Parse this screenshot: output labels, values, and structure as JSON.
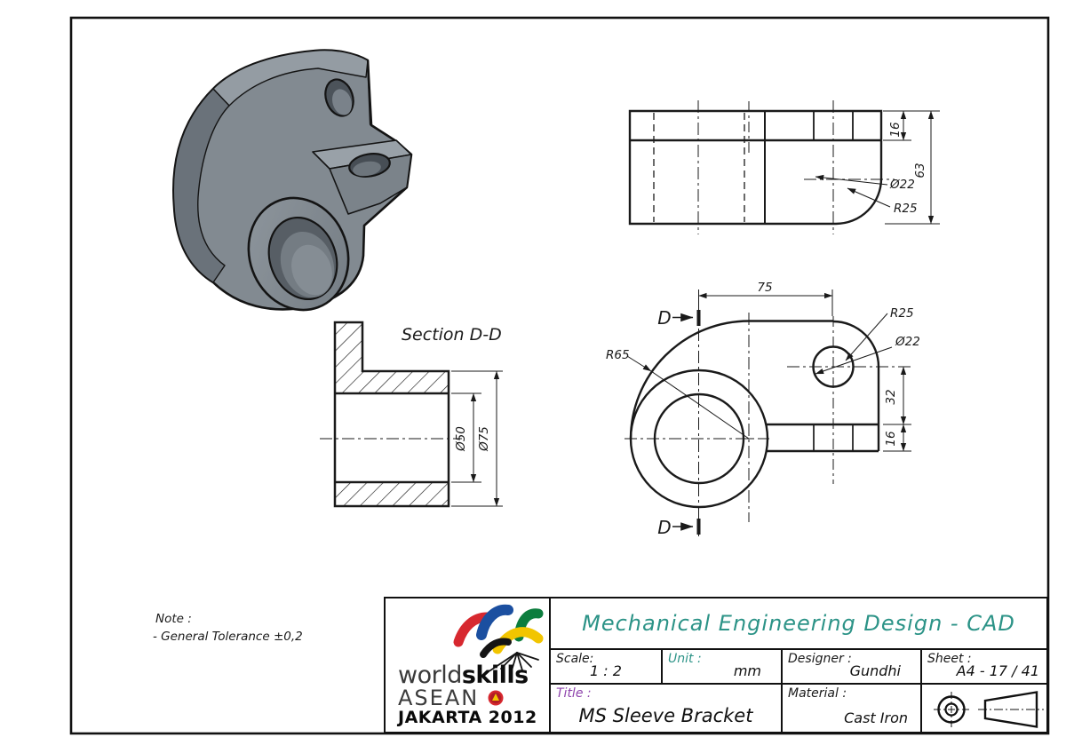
{
  "note": {
    "label": "Note :",
    "text": "- General Tolerance ±0,2"
  },
  "views": {
    "iso": {
      "name": "isometric-view-of-part"
    },
    "top": {
      "dims": {
        "flange16": "16",
        "height63": "63",
        "hole22": "Ø22",
        "corner25": "R25"
      }
    },
    "front": {
      "cut_top": "D",
      "cut_bottom": "D",
      "dims": {
        "span75": "75",
        "corner25": "R25",
        "hole22": "Ø22",
        "profile65": "R65",
        "upper32": "32",
        "lower16": "16"
      }
    },
    "section": {
      "label": "Section D-D",
      "dims": {
        "bore50": "Ø50",
        "od75": "Ø75"
      }
    }
  },
  "title_block": {
    "heading": "Mechanical Engineering Design - CAD",
    "scale": {
      "label": "Scale:",
      "value": "1 : 2"
    },
    "unit": {
      "label": "Unit :",
      "value": "mm"
    },
    "designer": {
      "label": "Designer :",
      "value": "Gundhi"
    },
    "sheet": {
      "label": "Sheet :",
      "value": "A4 - 17 / 41"
    },
    "title": {
      "label": "Title :",
      "value": "MS Sleeve Bracket"
    },
    "material": {
      "label": "Material :",
      "value": "Cast Iron"
    }
  },
  "logo": {
    "world": "world",
    "skills": "skills",
    "asean": "ASEAN",
    "event": "JAKARTA 2012"
  },
  "colors": {
    "accent_teal": "#2c9387",
    "accent_purple": "#8e44ad",
    "line": "#1a1a1a",
    "part_gray": "#828a91",
    "part_dark": "#6a727a",
    "part_light": "#949ca3"
  }
}
